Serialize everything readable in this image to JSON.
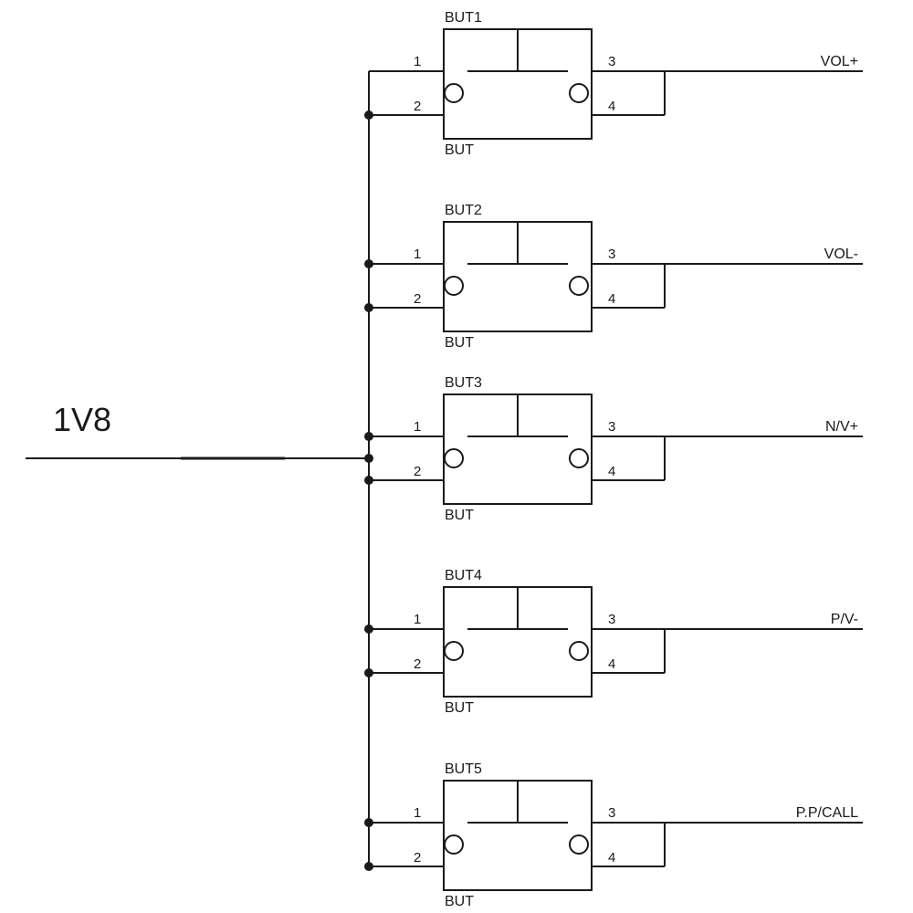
{
  "rail_label": "1V8",
  "pin_numbers": [
    "1",
    "2",
    "3",
    "4"
  ],
  "buttons": [
    {
      "ref": "BUT1",
      "type": "BUT",
      "net": "VOL+"
    },
    {
      "ref": "BUT2",
      "type": "BUT",
      "net": "VOL-"
    },
    {
      "ref": "BUT3",
      "type": "BUT",
      "net": "N/V+"
    },
    {
      "ref": "BUT4",
      "type": "BUT",
      "net": "P/V-"
    },
    {
      "ref": "BUT5",
      "type": "BUT",
      "net": "P.P/CALL"
    }
  ],
  "colors": {
    "ink": "#1a1a1a",
    "background": "#ffffff"
  }
}
